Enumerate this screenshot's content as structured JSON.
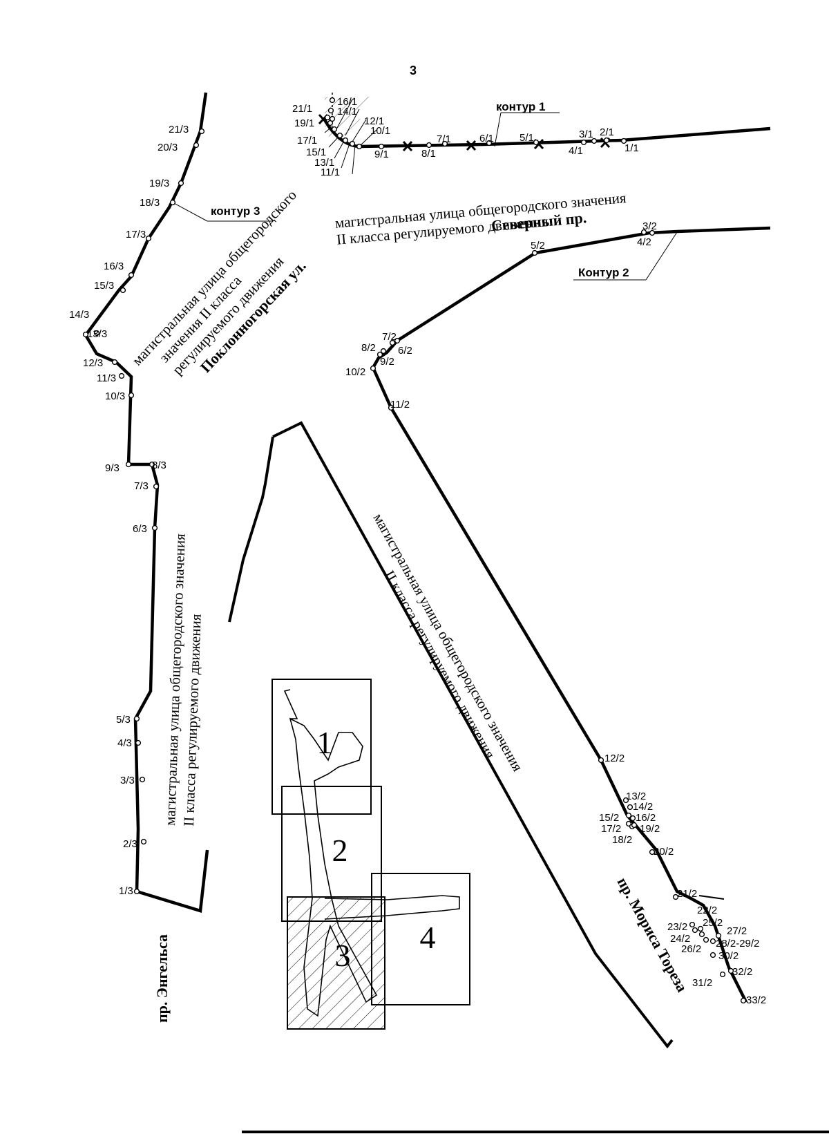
{
  "page_number": "3",
  "contours": {
    "c1": "контур 1",
    "c2": "Контур 2",
    "c3": "контур 3"
  },
  "streets": {
    "north_line1": "магистральная  улица общегородского значения",
    "north_line2": "II класса регулируемого движения",
    "north_name": "Северный пр.",
    "poklon_line1": "магистральная улица общегородского",
    "poklon_line2": "значения II класса",
    "poklon_line3": "регулируемого движения",
    "poklon_name": "Поклонногорская ул.",
    "engels_line1": "магистральная  улица общегородского значения",
    "engels_line2": "II класса регулируемого движения",
    "engels_name": "пр. Энгельса",
    "thorez_line1": "магистральная  улица общегородского значения",
    "thorez_line2": "II класса регулируемого движения",
    "thorez_name": "пр. Мориса Тореза"
  },
  "inset_numbers": [
    "1",
    "2",
    "3",
    "4"
  ],
  "points": [
    {
      "id": "p1_1",
      "label": "1/1"
    },
    {
      "id": "p2_1",
      "label": "2/1"
    },
    {
      "id": "p3_1",
      "label": "3/1"
    },
    {
      "id": "p4_1",
      "label": "4/1"
    },
    {
      "id": "p5_1",
      "label": "5/1"
    },
    {
      "id": "p6_1",
      "label": "6/1"
    },
    {
      "id": "p7_1",
      "label": "7/1"
    },
    {
      "id": "p8_1",
      "label": "8/1"
    },
    {
      "id": "p9_1",
      "label": "9/1"
    },
    {
      "id": "p10_1",
      "label": "10/1"
    },
    {
      "id": "p11_1",
      "label": "11/1"
    },
    {
      "id": "p12_1",
      "label": "12/1"
    },
    {
      "id": "p13_1",
      "label": "13/1"
    },
    {
      "id": "p14_1",
      "label": "14/1"
    },
    {
      "id": "p15_1",
      "label": "15/1"
    },
    {
      "id": "p16_1",
      "label": "16/1"
    },
    {
      "id": "p17_1",
      "label": "17/1"
    },
    {
      "id": "p19_1",
      "label": "19/1"
    },
    {
      "id": "p21_1",
      "label": "21/1"
    },
    {
      "id": "p3_2",
      "label": "3/2"
    },
    {
      "id": "p4_2",
      "label": "4/2"
    },
    {
      "id": "p5_2",
      "label": "5/2"
    },
    {
      "id": "p6_2",
      "label": "6/2"
    },
    {
      "id": "p7_2",
      "label": "7/2"
    },
    {
      "id": "p8_2",
      "label": "8/2"
    },
    {
      "id": "p9_2",
      "label": "9/2"
    },
    {
      "id": "p10_2",
      "label": "10/2"
    },
    {
      "id": "p11_2",
      "label": "11/2"
    },
    {
      "id": "p12_2",
      "label": "12/2"
    },
    {
      "id": "p13_2",
      "label": "13/2"
    },
    {
      "id": "p14_2",
      "label": "14/2"
    },
    {
      "id": "p15_2",
      "label": "15/2"
    },
    {
      "id": "p16_2",
      "label": "16/2"
    },
    {
      "id": "p17_2",
      "label": "17/2"
    },
    {
      "id": "p18_2",
      "label": "18/2"
    },
    {
      "id": "p19_2",
      "label": "19/2"
    },
    {
      "id": "p20_2",
      "label": "20/2"
    },
    {
      "id": "p21_2",
      "label": "21/2"
    },
    {
      "id": "p22_2",
      "label": "22/2"
    },
    {
      "id": "p23_2",
      "label": "23/2"
    },
    {
      "id": "p24_2",
      "label": "24/2"
    },
    {
      "id": "p25_2",
      "label": "25/2"
    },
    {
      "id": "p26_2",
      "label": "26/2"
    },
    {
      "id": "p27_2",
      "label": "27/2"
    },
    {
      "id": "p28_2",
      "label": "28/2-29/2"
    },
    {
      "id": "p30_2",
      "label": "30/2"
    },
    {
      "id": "p31_2",
      "label": "31/2"
    },
    {
      "id": "p32_2",
      "label": "32/2"
    },
    {
      "id": "p33_2",
      "label": "33/2"
    },
    {
      "id": "p1_3",
      "label": "1/3"
    },
    {
      "id": "p2_3",
      "label": "2/3"
    },
    {
      "id": "p3_3",
      "label": "3/3"
    },
    {
      "id": "p4_3",
      "label": "4/3"
    },
    {
      "id": "p5_3",
      "label": "5/3"
    },
    {
      "id": "p6_3",
      "label": "6/3"
    },
    {
      "id": "p7_3",
      "label": "7/3"
    },
    {
      "id": "p8_3",
      "label": "8/3"
    },
    {
      "id": "p9_3",
      "label": "9/3"
    },
    {
      "id": "p10_3",
      "label": "10/3"
    },
    {
      "id": "p11_3",
      "label": "11/3"
    },
    {
      "id": "p12_3",
      "label": "12/3"
    },
    {
      "id": "p13_3",
      "label": "13/3"
    },
    {
      "id": "p14_3",
      "label": "14/3"
    },
    {
      "id": "p15_3",
      "label": "15/3"
    },
    {
      "id": "p16_3",
      "label": "16/3"
    },
    {
      "id": "p17_3",
      "label": "17/3"
    },
    {
      "id": "p18_3",
      "label": "18/3"
    },
    {
      "id": "p19_3",
      "label": "19/3"
    },
    {
      "id": "p20_3",
      "label": "20/3"
    },
    {
      "id": "p21_3",
      "label": "21/3"
    }
  ]
}
